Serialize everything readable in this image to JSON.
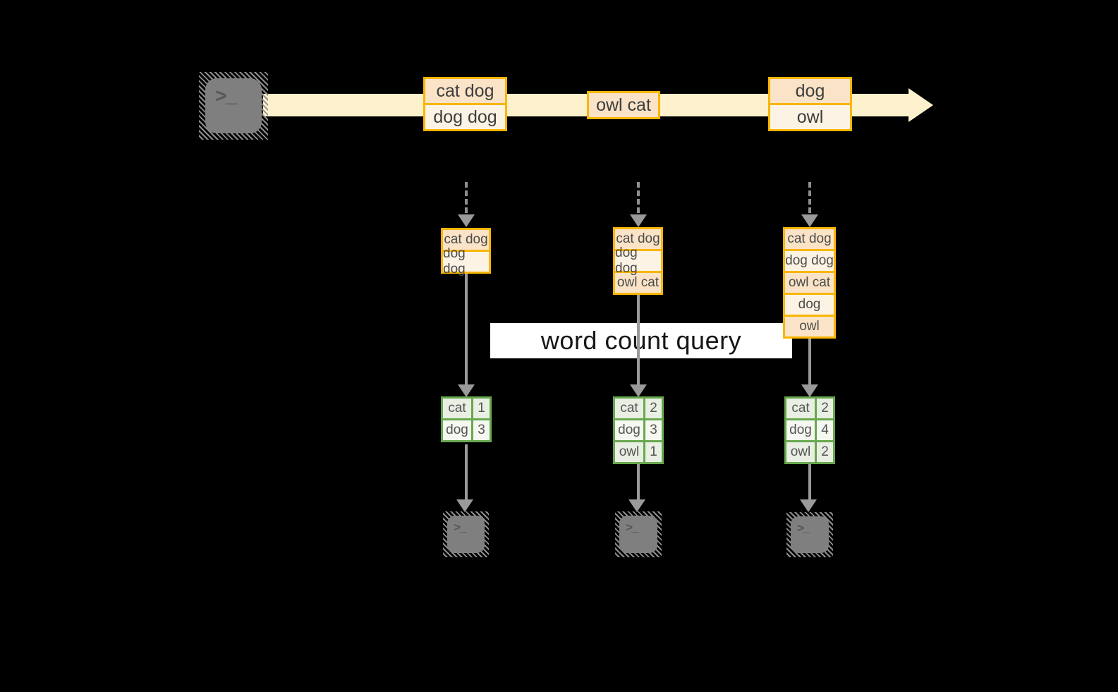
{
  "diagram": {
    "query_label": "word count query",
    "source_icon": {
      "glyph": ">_"
    },
    "stream_batches": [
      {
        "rows": [
          "cat dog",
          "dog dog"
        ]
      },
      {
        "rows": [
          "owl cat"
        ]
      },
      {
        "rows": [
          "dog",
          "owl"
        ]
      }
    ],
    "columns": [
      {
        "input_rows": [
          "cat dog",
          "dog dog"
        ],
        "result": [
          {
            "word": "cat",
            "count": "1"
          },
          {
            "word": "dog",
            "count": "3"
          }
        ],
        "sink_glyph": ">_"
      },
      {
        "input_rows": [
          "cat dog",
          "dog dog",
          "owl cat"
        ],
        "result": [
          {
            "word": "cat",
            "count": "2"
          },
          {
            "word": "dog",
            "count": "3"
          },
          {
            "word": "owl",
            "count": "1"
          }
        ],
        "sink_glyph": ">_"
      },
      {
        "input_rows": [
          "cat dog",
          "dog dog",
          "owl cat",
          "dog",
          "owl"
        ],
        "result": [
          {
            "word": "cat",
            "count": "2"
          },
          {
            "word": "dog",
            "count": "4"
          },
          {
            "word": "owl",
            "count": "2"
          }
        ],
        "sink_glyph": ">_"
      }
    ],
    "colors": {
      "stream": "#FCF1CC",
      "box_border": "#F8B600",
      "box_fill_dark": "#FAE3C7",
      "box_fill_light": "#FDF3E5",
      "table_border": "#67A84E",
      "table_fill_dark": "#E9EFE3",
      "table_fill_light": "#F4F8F0",
      "connector_gray": "#9A9A9A",
      "icon_gray": "#7F7F7F",
      "query_band": "#FFFFFF"
    }
  }
}
